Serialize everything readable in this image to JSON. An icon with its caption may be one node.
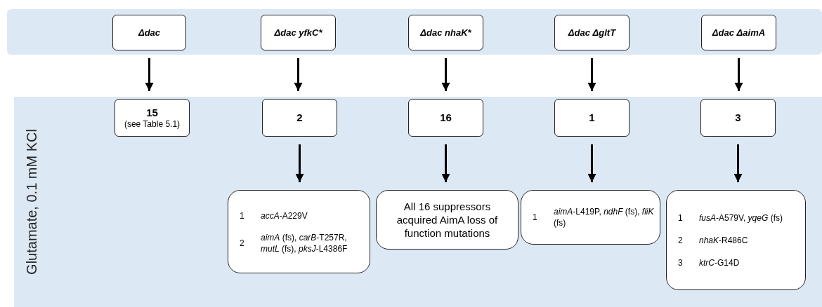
{
  "diagram": {
    "nodes": [
      {
        "text": [],
        "shape": "band"
      },
      {
        "text": [
          "Δdac"
        ],
        "in": 0
      },
      {
        "text": [
          "Δdac yfkC*"
        ],
        "in": 0
      },
      {
        "text": [
          "Δdac nhaK*"
        ],
        "in": 0
      },
      {
        "text": [
          "Δdac ΔgltT"
        ],
        "in": 0
      },
      {
        "text": [
          "Δdac ΔaimA"
        ],
        "in": 0
      },
      {
        "text": [
          "Glutamate, 0.1 mM KCl"
        ]
      },
      {
        "text": [
          "15",
          "(see Table 5.1)"
        ],
        "in": 6
      },
      {
        "text": [
          "2"
        ],
        "in": 6
      },
      {
        "text": [
          "16"
        ],
        "in": 6
      },
      {
        "text": [
          "1"
        ],
        "in": 6
      },
      {
        "text": [
          "3"
        ],
        "in": 6
      },
      {
        "text": [
          "1",
          "*accA*-A229V",
          "2",
          "*aimA* (fs), *carB*-T257R, *mutL* (fs), *pksJ*-L4386F"
        ],
        "in": 6
      },
      {
        "text": [
          "All 16 suppressors acquired AimA loss of function mutations"
        ],
        "in": 6
      },
      {
        "text": [
          "1",
          "*aimA*-L419P, *ndhF* (fs), *fliK* (fs)"
        ],
        "in": 6
      },
      {
        "text": [
          "1",
          "*fusA*-A579V, *yqeG* (fs)",
          "2",
          "*nhaK*-R486C",
          "3",
          "*ktrC*-G14D"
        ],
        "in": 6
      }
    ],
    "edges": [
      {
        "from": 1,
        "to": 7,
        "arrow": "to"
      },
      {
        "from": 2,
        "to": 8,
        "arrow": "to"
      },
      {
        "from": 3,
        "to": 9,
        "arrow": "to"
      },
      {
        "from": 4,
        "to": 10,
        "arrow": "to"
      },
      {
        "from": 5,
        "to": 11,
        "arrow": "to"
      },
      {
        "from": 8,
        "to": 12,
        "arrow": "to"
      },
      {
        "from": 9,
        "to": 13,
        "arrow": "to"
      },
      {
        "from": 10,
        "to": 14,
        "arrow": "to"
      },
      {
        "from": 11,
        "to": 15,
        "arrow": "to"
      }
    ]
  }
}
